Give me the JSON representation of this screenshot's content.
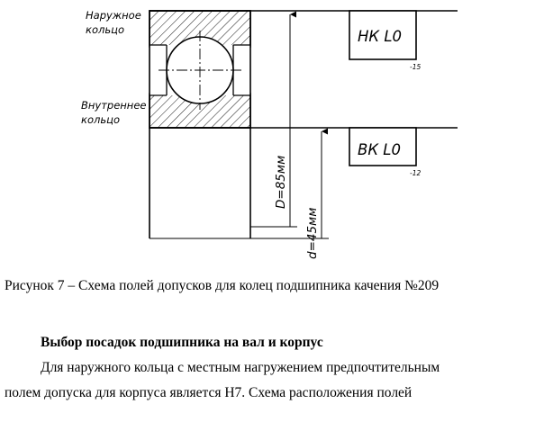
{
  "drawing": {
    "outer_ring_label": [
      "Наружное",
      "кольцо"
    ],
    "inner_ring_label": [
      "Внутреннее",
      "кольцо"
    ],
    "outer_field": "НК L0",
    "outer_deviation": "-15",
    "inner_field": "ВК L0",
    "inner_deviation": "-12",
    "outer_diameter": "D=85мм",
    "inner_diameter": "d=45мм"
  },
  "caption": "Рисунок 7 – Схема полей допусков для колец подшипника качения №209",
  "heading": "Выбор посадок подшипника на вал и корпус",
  "paragraph_lines": [
    "Для наружного кольца с местным нагружением предпочтительным",
    "полем допуска для корпуса является H7. Схема расположения полей"
  ]
}
